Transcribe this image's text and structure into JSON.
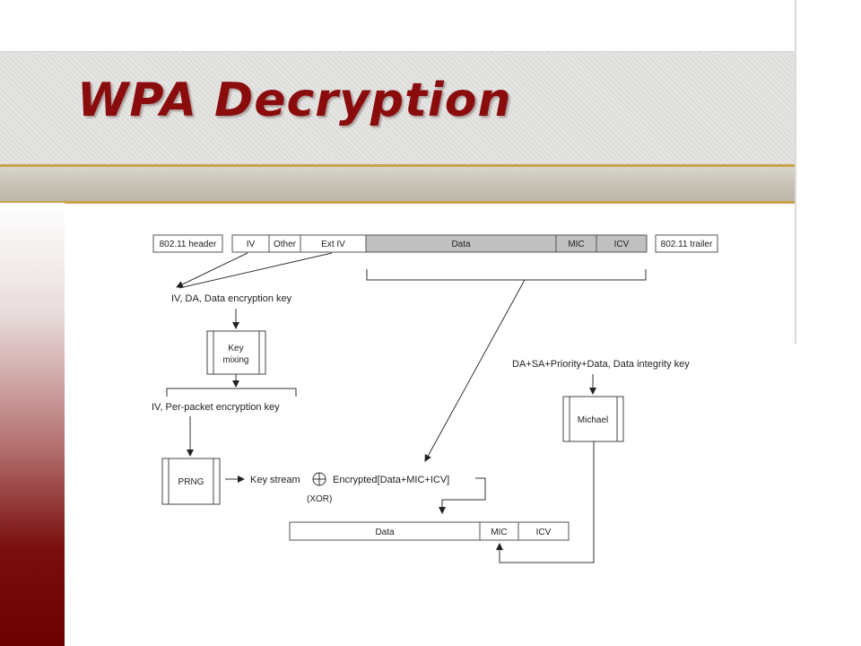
{
  "title": "WPA Decryption",
  "frame": {
    "header": "802.11 header",
    "iv": "IV",
    "other": "Other",
    "ext_iv": "Ext IV",
    "data": "Data",
    "mic": "MIC",
    "icv": "ICV",
    "trailer": "802.11 trailer"
  },
  "labels": {
    "iv_da_key": "IV, DA, Data encryption key",
    "key_mixing_line1": "Key",
    "key_mixing_line2": "mixing",
    "iv_per_packet": "IV, Per-packet encryption key",
    "prng": "PRNG",
    "key_stream": "Key stream",
    "xor_label": "(XOR)",
    "encrypted": "Encrypted[Data+MIC+ICV]",
    "da_sa": "DA+SA+Priority+Data, Data integrity key",
    "michael": "Michael"
  },
  "output": {
    "data": "Data",
    "mic": "MIC",
    "icv": "ICV"
  },
  "colors": {
    "title": "#8a0c0c",
    "accent_gold": "#c9a24a",
    "data_fill": "#c0c0c0"
  }
}
